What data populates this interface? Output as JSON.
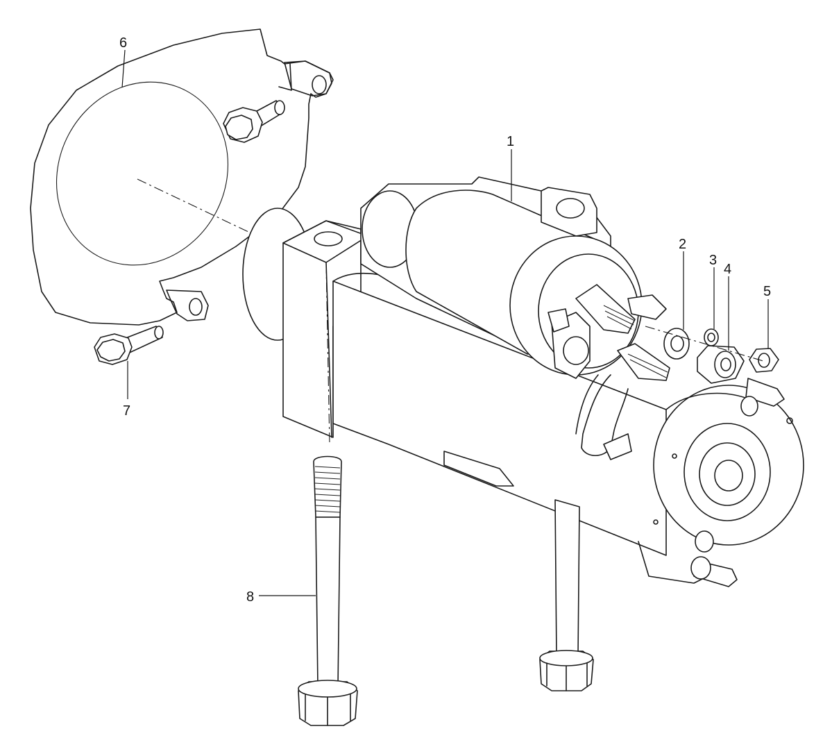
{
  "diagram": {
    "type": "exploded parts view",
    "callouts": [
      {
        "id": "1",
        "label": "1"
      },
      {
        "id": "2",
        "label": "2"
      },
      {
        "id": "3",
        "label": "3"
      },
      {
        "id": "4",
        "label": "4"
      },
      {
        "id": "5",
        "label": "5"
      },
      {
        "id": "6",
        "label": "6"
      },
      {
        "id": "7",
        "label": "7"
      },
      {
        "id": "8",
        "label": "8"
      }
    ]
  }
}
